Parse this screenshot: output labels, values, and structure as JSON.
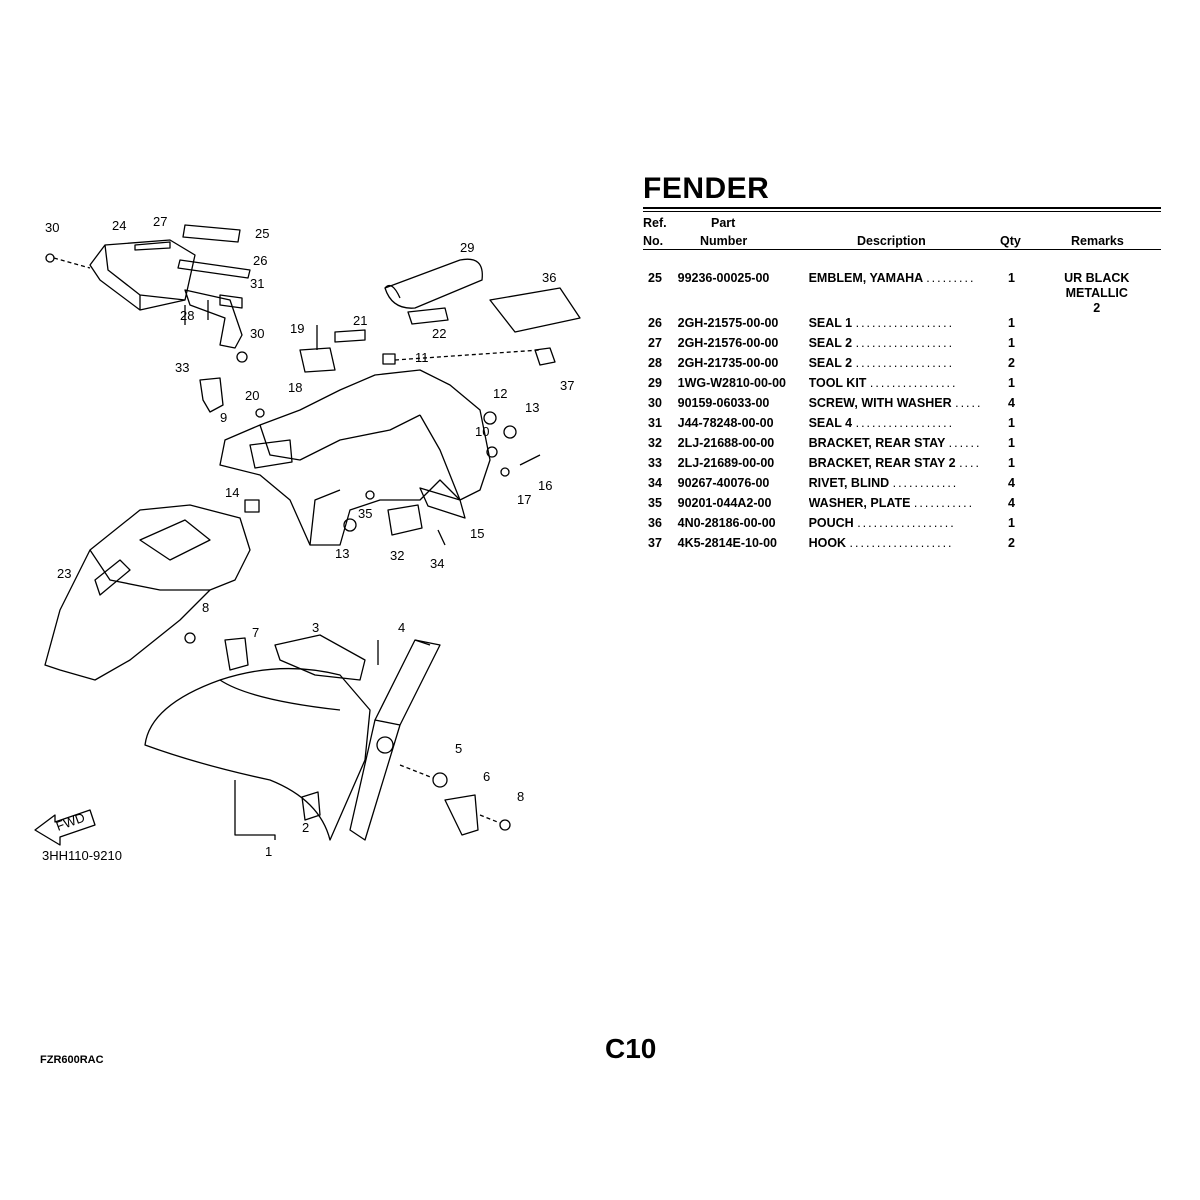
{
  "page": {
    "title": "FENDER",
    "page_code": "C10",
    "model": "FZR600RAC"
  },
  "headers": {
    "ref_line1": "Ref.",
    "ref_line2": "No.",
    "part_line1": "Part",
    "part_line2": "Number",
    "description": "Description",
    "qty": "Qty",
    "remarks": "Remarks"
  },
  "parts": [
    {
      "ref": "25",
      "number": "99236-00025-00",
      "description": "EMBLEM, YAMAHA",
      "dots": ".........",
      "qty": "1",
      "remarks": "UR BLACK METALLIC",
      "remarks2": "2"
    },
    {
      "ref": "26",
      "number": "2GH-21575-00-00",
      "description": "SEAL 1",
      "dots": "..................",
      "qty": "1",
      "remarks": "",
      "remarks2": ""
    },
    {
      "ref": "27",
      "number": "2GH-21576-00-00",
      "description": "SEAL 2",
      "dots": "..................",
      "qty": "1",
      "remarks": "",
      "remarks2": ""
    },
    {
      "ref": "28",
      "number": "2GH-21735-00-00",
      "description": "SEAL 2",
      "dots": "..................",
      "qty": "2",
      "remarks": "",
      "remarks2": ""
    },
    {
      "ref": "29",
      "number": "1WG-W2810-00-00",
      "description": "TOOL KIT",
      "dots": "................",
      "qty": "1",
      "remarks": "",
      "remarks2": ""
    },
    {
      "ref": "30",
      "number": "90159-06033-00",
      "description": "SCREW, WITH WASHER",
      "dots": ".....",
      "qty": "4",
      "remarks": "",
      "remarks2": ""
    },
    {
      "ref": "31",
      "number": "J44-78248-00-00",
      "description": "SEAL 4",
      "dots": "..................",
      "qty": "1",
      "remarks": "",
      "remarks2": ""
    },
    {
      "ref": "32",
      "number": "2LJ-21688-00-00",
      "description": "BRACKET, REAR STAY",
      "dots": "......",
      "qty": "1",
      "remarks": "",
      "remarks2": ""
    },
    {
      "ref": "33",
      "number": "2LJ-21689-00-00",
      "description": "BRACKET, REAR STAY 2",
      "dots": "....",
      "qty": "1",
      "remarks": "",
      "remarks2": ""
    },
    {
      "ref": "34",
      "number": "90267-40076-00",
      "description": "RIVET, BLIND",
      "dots": "............",
      "qty": "4",
      "remarks": "",
      "remarks2": ""
    },
    {
      "ref": "35",
      "number": "90201-044A2-00",
      "description": "WASHER, PLATE",
      "dots": "...........",
      "qty": "4",
      "remarks": "",
      "remarks2": ""
    },
    {
      "ref": "36",
      "number": "4N0-28186-00-00",
      "description": "POUCH",
      "dots": "..................",
      "qty": "1",
      "remarks": "",
      "remarks2": ""
    },
    {
      "ref": "37",
      "number": "4K5-2814E-10-00",
      "description": "HOOK",
      "dots": "...................",
      "qty": "2",
      "remarks": "",
      "remarks2": ""
    }
  ],
  "diagram": {
    "code": "3HH110-9210",
    "fwd": "FWD",
    "callouts": {
      "c1": "1",
      "c2": "2",
      "c3": "3",
      "c4": "4",
      "c5": "5",
      "c6": "6",
      "c7": "7",
      "c8a": "8",
      "c8b": "8",
      "c9": "9",
      "c10": "10",
      "c11": "11",
      "c12": "12",
      "c13a": "13",
      "c13b": "13",
      "c14": "14",
      "c15": "15",
      "c16": "16",
      "c17": "17",
      "c18": "18",
      "c19": "19",
      "c20": "20",
      "c21": "21",
      "c22": "22",
      "c23": "23",
      "c24": "24",
      "c25": "25",
      "c26": "26",
      "c27": "27",
      "c28": "28",
      "c29": "29",
      "c30a": "30",
      "c30b": "30",
      "c31": "31",
      "c32": "32",
      "c33": "33",
      "c34": "34",
      "c35": "35",
      "c36": "36",
      "c37": "37"
    }
  }
}
